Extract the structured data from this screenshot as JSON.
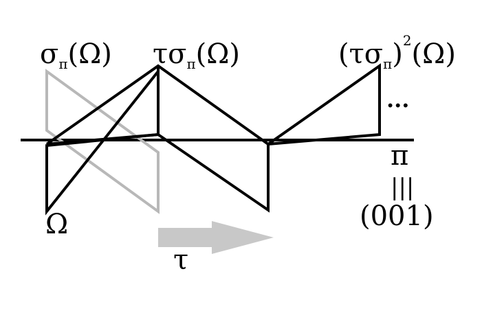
{
  "labels": {
    "sigma_pi_omega": {
      "sigma": "σ",
      "pi_sub": "π",
      "arg": "(Ω)"
    },
    "tau_sigma_pi_omega": {
      "tau_sigma": "τσ",
      "pi_sub": "π",
      "arg": "(Ω)"
    },
    "tau_sigma_pi_sq_omega": {
      "open": "(τσ",
      "pi_sub": "π",
      "close": ")",
      "exp": "2",
      "arg": "(Ω)"
    },
    "ellipsis": "...",
    "omega": "Ω",
    "pi_plane": "π",
    "identity_symbol": "|||",
    "miller_index": "(001)",
    "tau": "τ"
  },
  "colors": {
    "primary_stroke": "#000000",
    "reflected_stroke": "#b8b8b8",
    "arrow_fill": "#c8c8c8"
  }
}
